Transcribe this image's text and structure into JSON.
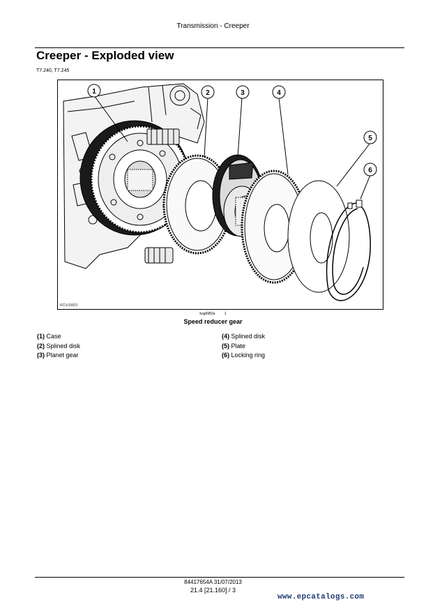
{
  "header": {
    "section": "Transmission - Creeper"
  },
  "title": "Creeper - Exploded view",
  "models": "T7.240, T7.245",
  "figure": {
    "image_code": "RCIL09823",
    "ref": "bsg6982a",
    "number": "1",
    "caption": "Speed reducer gear",
    "callouts": [
      "1",
      "2",
      "3",
      "4",
      "5",
      "6"
    ]
  },
  "legend_left": [
    {
      "num": "(1)",
      "label": "Case"
    },
    {
      "num": "(2)",
      "label": "Splined disk"
    },
    {
      "num": "(3)",
      "label": "Planet gear"
    }
  ],
  "legend_right": [
    {
      "num": "(4)",
      "label": "Splined disk"
    },
    {
      "num": "(5)",
      "label": "Plate"
    },
    {
      "num": "(6)",
      "label": "Locking ring"
    }
  ],
  "footer": {
    "doc_id": "84417654A 31/07/2013",
    "page": "21.4 [21.160] / 3"
  },
  "watermark": "www.epcatalogs.com"
}
